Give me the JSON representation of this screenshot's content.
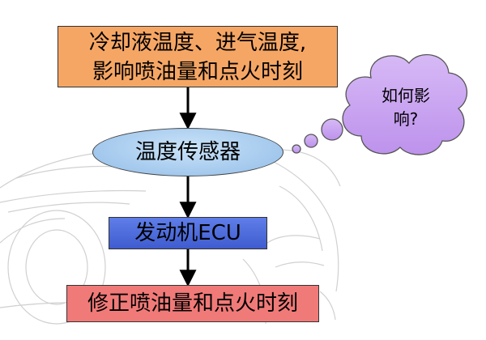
{
  "diagram": {
    "top_box": {
      "line1": "冷却液温度、进气温度,",
      "line2": "影响喷油量和点火时刻"
    },
    "sensor": {
      "label": "温度传感器"
    },
    "thought_bubble": {
      "line1": "如何影",
      "line2": "响?"
    },
    "ecu_box": {
      "label": "发动机ECU"
    },
    "bottom_box": {
      "label": "修正喷油量和点火时刻"
    },
    "colors": {
      "top_box_fill": "#f6a664",
      "sensor_fill": "#92bde8",
      "ecu_fill": "#4a68d8",
      "bottom_box_fill": "#f07a78",
      "cloud_fill": "#c9a3f0",
      "arrow": "#000000"
    }
  }
}
